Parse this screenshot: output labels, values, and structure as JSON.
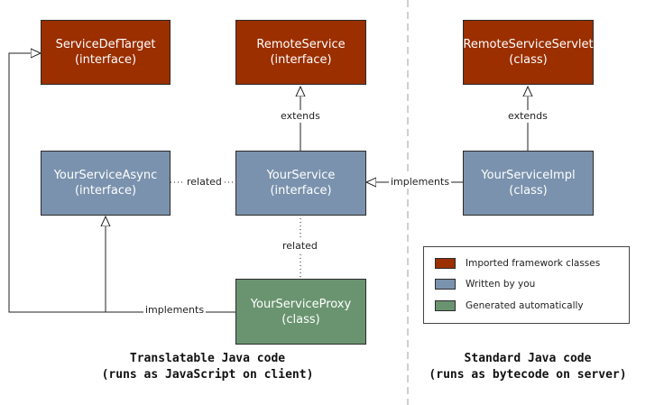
{
  "colors": {
    "imported": "#9b2f00",
    "written": "#7a92ad",
    "generated": "#6a9470"
  },
  "boxes": {
    "service_def_target": {
      "name": "ServiceDefTarget",
      "kind": "(interface)",
      "category": "imported"
    },
    "remote_service": {
      "name": "RemoteService",
      "kind": "(interface)",
      "category": "imported"
    },
    "remote_service_servlet": {
      "name": "RemoteServiceServlet",
      "kind": "(class)",
      "category": "imported"
    },
    "your_service_async": {
      "name": "YourServiceAsync",
      "kind": "(interface)",
      "category": "written"
    },
    "your_service": {
      "name": "YourService",
      "kind": "(interface)",
      "category": "written"
    },
    "your_service_impl": {
      "name": "YourServiceImpl",
      "kind": "(class)",
      "category": "written"
    },
    "your_service_proxy": {
      "name": "YourServiceProxy",
      "kind": "(class)",
      "category": "generated"
    }
  },
  "edges": {
    "extends_remote": "extends",
    "extends_servlet": "extends",
    "related_async": "related",
    "implements_impl": "implements",
    "related_proxy": "related",
    "implements_proxy": "implements"
  },
  "legend": [
    {
      "label": "Imported framework classes",
      "category": "imported"
    },
    {
      "label": "Written by you",
      "category": "written"
    },
    {
      "label": "Generated automatically",
      "category": "generated"
    }
  ],
  "captions": {
    "client_line1": "Translatable Java code",
    "client_line2": "(runs as JavaScript on client)",
    "server_line1": "Standard Java code",
    "server_line2": "(runs as bytecode on server)"
  }
}
